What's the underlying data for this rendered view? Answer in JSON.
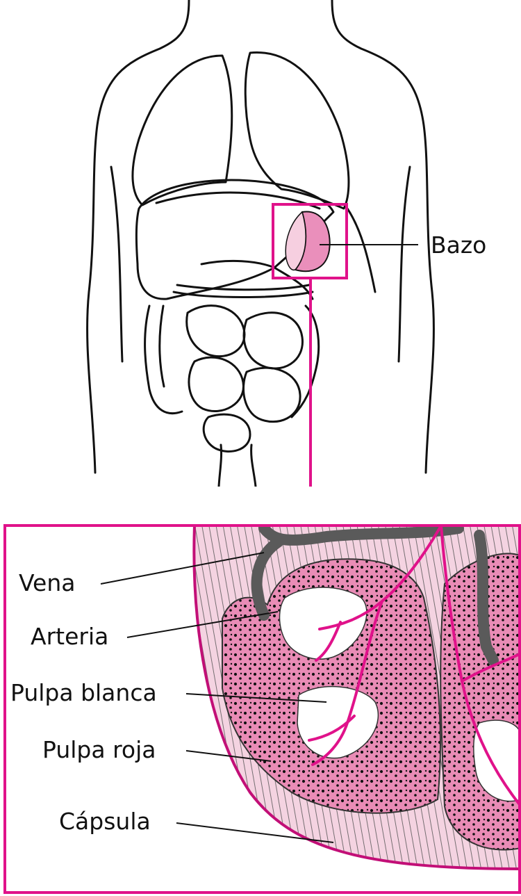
{
  "title": "Bazo (spleen) anatomy diagram",
  "colors": {
    "accent": "#e0128a",
    "spleen_light": "#f6cfe0",
    "spleen_mid": "#ea8fbb",
    "capsule_pink": "#f4d3e1",
    "red_pulp": "#e98cb6",
    "vein_gray": "#5a5a5a",
    "outline": "#111111"
  },
  "overview": {
    "organ_label": "Bazo"
  },
  "detail": {
    "labels": [
      {
        "id": "vena",
        "text": "Vena"
      },
      {
        "id": "arteria",
        "text": "Arteria"
      },
      {
        "id": "pulpa_blanca",
        "text": "Pulpa blanca"
      },
      {
        "id": "pulpa_roja",
        "text": "Pulpa roja"
      },
      {
        "id": "capsula",
        "text": "Cápsula"
      }
    ]
  }
}
